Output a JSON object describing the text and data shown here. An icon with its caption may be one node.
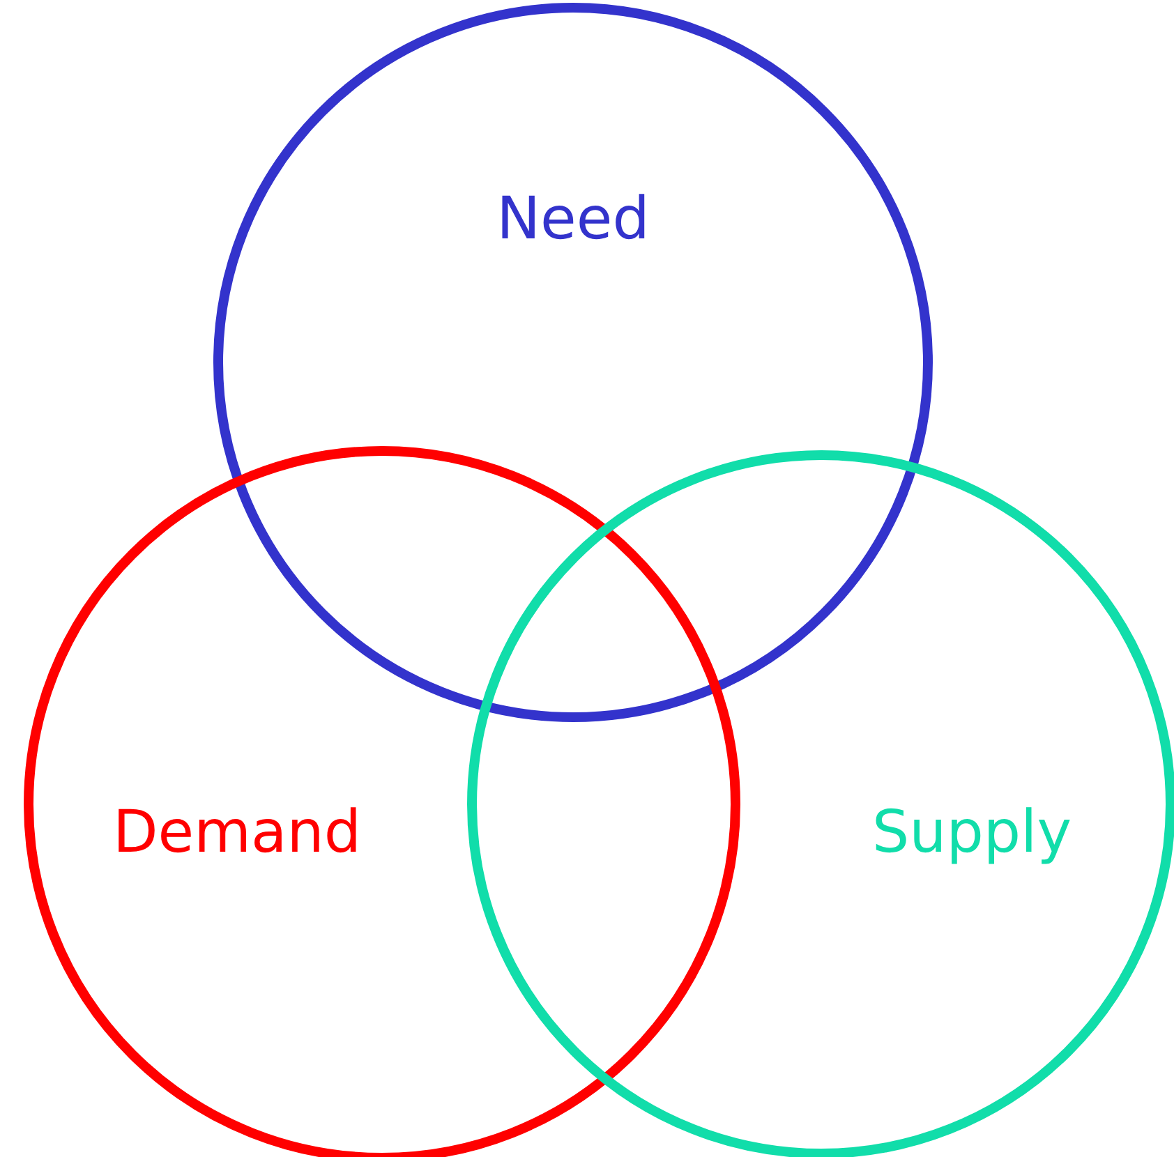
{
  "diagram": {
    "nodes": [
      {
        "text": [
          "Need"
        ]
      },
      {
        "text": [
          "Demand"
        ]
      },
      {
        "text": [
          "Supply"
        ]
      }
    ]
  }
}
